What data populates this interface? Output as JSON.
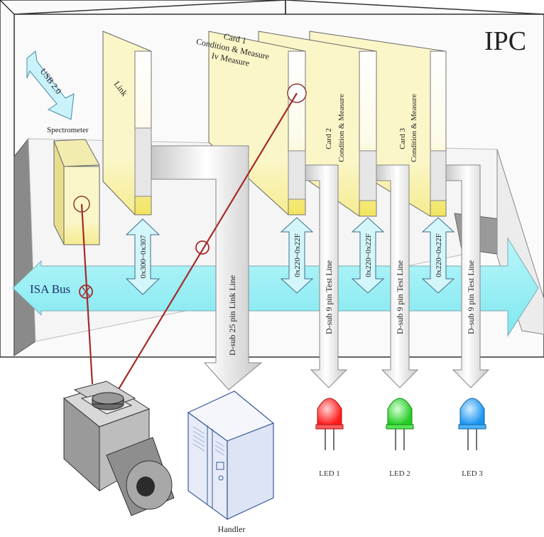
{
  "title": "IPC",
  "bus": {
    "label": "ISA Bus"
  },
  "usb": {
    "label": "USB 2.0"
  },
  "spectrometer": {
    "label": "Spectrometer"
  },
  "link_card": {
    "label": "Link",
    "address": "0x300~0x307",
    "cable": "D-sub 25 pin Link Line"
  },
  "cards": [
    {
      "line1": "Card 1",
      "line2": "Condition & Measure",
      "line3": "Iv Measure",
      "address": "0x220~0x22F",
      "cable": "D-sub 9 pin Test Line"
    },
    {
      "line1": "Card 2",
      "line2": "Condition & Measure",
      "address": "0x220~0x22F",
      "cable": "D-sub 9 pin Test Line"
    },
    {
      "line1": "Card 3",
      "line2": "Condition & Measure",
      "address": "0x220~0x22F",
      "cable": "D-sub 9 pin Test Line"
    }
  ],
  "handler": {
    "label": "Handler"
  },
  "leds": [
    {
      "label": "LED 1",
      "color": "#ff2a2a"
    },
    {
      "label": "LED 2",
      "color": "#33e033"
    },
    {
      "label": "LED 3",
      "color": "#2aa6ff"
    }
  ],
  "colors": {
    "bus": "#8ff0f5",
    "card": "#fbf6c8",
    "fiber": "#a52a2a",
    "arrow": "#d9d9d9"
  }
}
